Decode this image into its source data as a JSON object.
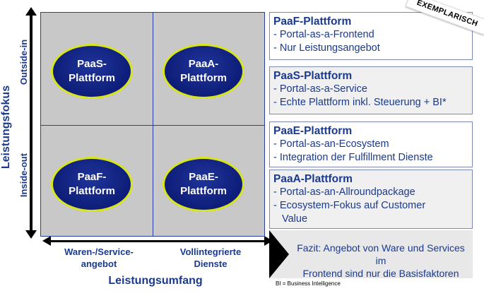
{
  "axes": {
    "y_title": "Leistungsfokus",
    "y_top": "Outside-in",
    "y_bottom": "Inside-out",
    "x_title": "Leistungsumfang",
    "x_left": "Waren-/Service-\nangebot",
    "x_left_l1": "Waren-/Service-",
    "x_left_l2": "angebot",
    "x_right_l1": "Vollintegrierte",
    "x_right_l2": "Dienste"
  },
  "quadrants": {
    "top_left": {
      "l1": "PaaS-",
      "l2": "Plattform"
    },
    "top_right": {
      "l1": "PaaA-",
      "l2": "Plattform"
    },
    "bottom_left": {
      "l1": "PaaF-",
      "l2": "Plattform"
    },
    "bottom_right": {
      "l1": "PaaE-",
      "l2": "Plattform"
    }
  },
  "stamp": "EXEMPLARISCH",
  "boxes": [
    {
      "title": "PaaF-Plattform",
      "lines": [
        "- Portal-as-a-Frontend",
        "- Nur Leistungsangebot"
      ]
    },
    {
      "title": "PaaS-Plattform",
      "lines": [
        "- Portal-as-a-Service",
        "- Echte Plattform inkl. Steuerung + BI*"
      ]
    },
    {
      "title": "PaaE-Plattform",
      "lines": [
        "- Portal-as-an-Ecosystem",
        "- Integration der Fulfillment Dienste"
      ]
    },
    {
      "title": "PaaA-Plattform",
      "lines": [
        "- Portal-as-an-Allroundpackage",
        "- Ecosystem-Fokus auf Customer",
        "Value"
      ]
    }
  ],
  "fazit": {
    "l1": "Fazit: Angebot von Ware und Services im",
    "l2": "Frontend sind nur die Basisfaktoren"
  },
  "footnote": "BI = Business Intelligence"
}
